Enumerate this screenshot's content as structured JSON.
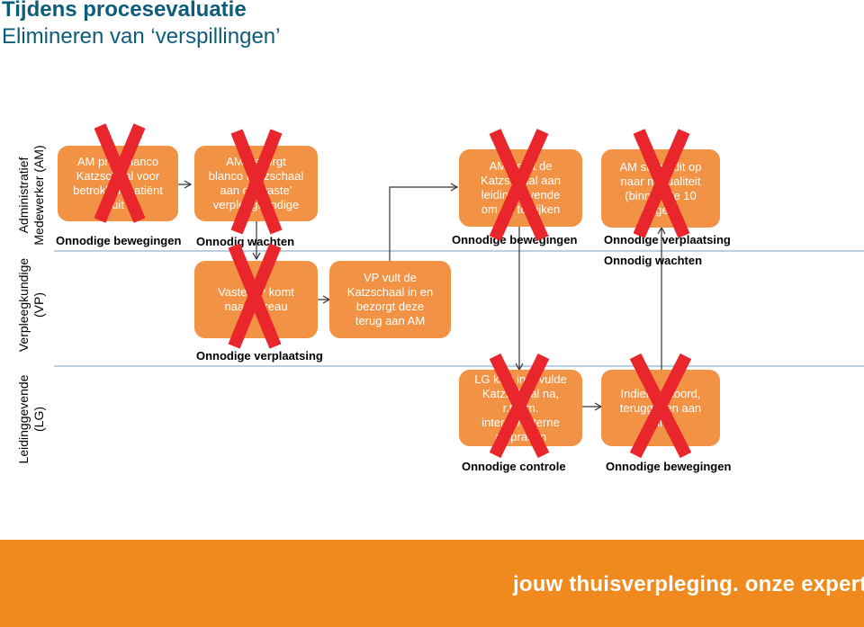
{
  "header": {
    "title": "Tijdens procesevaluatie",
    "subtitle": "Elimineren van ‘verspillingen’"
  },
  "lanes": [
    {
      "label_line1": "Administratief",
      "label_line2": "Medewerker (AM)"
    },
    {
      "label_line1": "Verpleegkundige",
      "label_line2": "(VP)"
    },
    {
      "label_line1": "Leidinggevende",
      "label_line2": "(LG)"
    }
  ],
  "steps": [
    {
      "text": "AM print blanco\nKatzschaal voor\nbetrokken patiënt\nuit",
      "eliminated": true
    },
    {
      "text": "AM bezorgt\nblanco Katzschaal\naan de ‘vaste’\nverpleegkundige",
      "eliminated": true
    },
    {
      "text": "Vaste VP komt\nnaar bureau",
      "eliminated": true
    },
    {
      "text": "VP vult de\nKatzschaal in en\nbezorgt deze\nterug aan AM",
      "eliminated": false
    },
    {
      "text": "AM geeft de\nKatzschaal aan\nleidinggevende\nom na te kijken",
      "eliminated": true
    },
    {
      "text": "LG kijkt ingevulde\nKatzschaal na,\nr.t.h.m.\ninterne/externe\nafspraken",
      "eliminated": true
    },
    {
      "text": "Indien akkoord,\nteruggeven aan\nAM",
      "eliminated": true
    },
    {
      "text": "AM stuurt dit op\nnaar mutualiteit\n(binnen de 10\ndagen)",
      "eliminated": true
    }
  ],
  "wastes": [
    "Onnodige bewegingen",
    "Onnodig wachten",
    "Onnodige verplaatsing",
    "Onnodige bewegingen",
    "Onnodige  verplaatsing",
    "Onnodig wachten",
    "Onnodige controle",
    "Onnodige bewegingen"
  ],
  "footer": {
    "slogan": "jouw thuisverpleging. onze expertise."
  },
  "colors": {
    "box": "#f29244",
    "cross": "#e8262c",
    "title": "#0d5c7a",
    "footer": "#f08a1e",
    "lane_line": "#a6bfd9"
  }
}
